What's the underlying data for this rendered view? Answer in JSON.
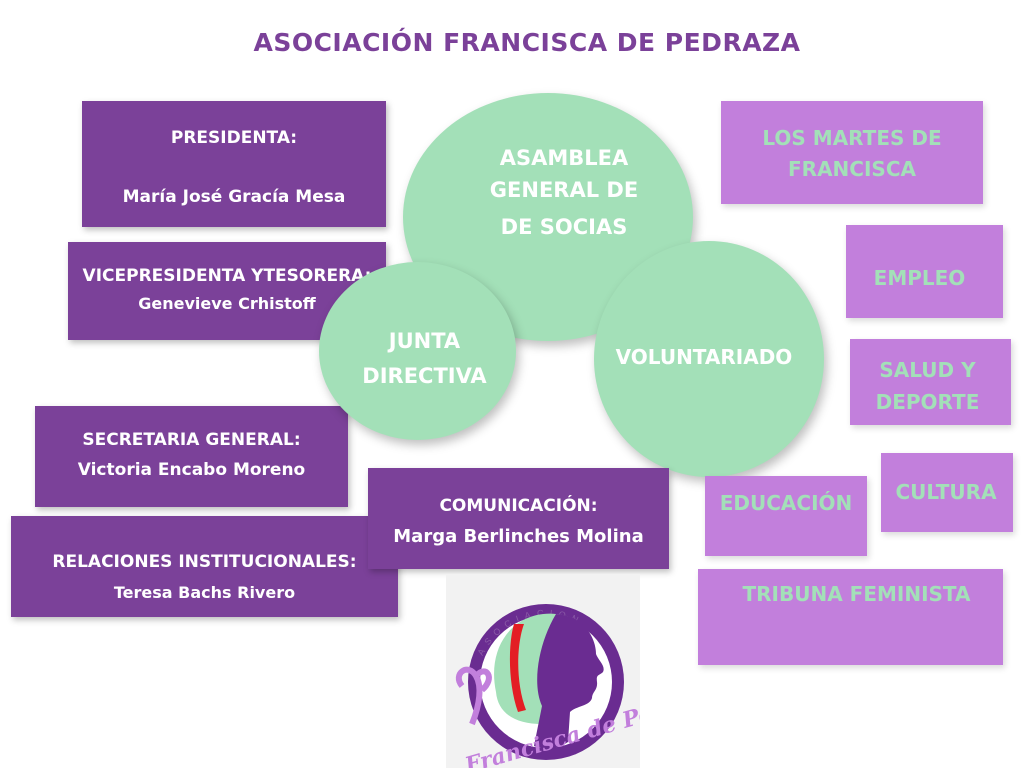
{
  "title": "ASOCIACIÓN FRANCISCA DE PEDRAZA",
  "officers": [
    {
      "role": "PRESIDENTA:",
      "name": "María José  Gracía Mesa"
    },
    {
      "role": "VICEPRESIDENTA YTESORERA:",
      "name": "Genevieve Crhistoff"
    },
    {
      "role": "SECRETARIA GENERAL:",
      "name": "Victoria Encabo Moreno"
    },
    {
      "role": "RELACIONES INSTITUCIONALES:",
      "name": "Teresa Bachs Rivero"
    },
    {
      "role": "COMUNICACIÓN:",
      "name": "Marga Berlinches Molina"
    }
  ],
  "circles": {
    "asamblea": [
      "ASAMBLEA",
      "GENERAL DE",
      "DE SOCIAS"
    ],
    "junta": [
      "JUNTA",
      "DIRECTIVA"
    ],
    "voluntariado": "VOLUNTARIADO"
  },
  "programs": {
    "martes": [
      "LOS MARTES DE",
      "FRANCISCA"
    ],
    "empleo": "EMPLEO",
    "salud": [
      "SALUD Y",
      "DEPORTE"
    ],
    "cultura": "CULTURA",
    "educacion": "EDUCACIÓN",
    "tribuna": "TRIBUNA FEMINISTA"
  },
  "logo": {
    "ring_text": "ASOCIACION",
    "script_text": "Francisca de Pedraza",
    "colors": {
      "purple": "#6a2c91",
      "mint": "#a3e0b8",
      "red": "#e31e24",
      "lilac": "#c27fdc"
    }
  },
  "colors": {
    "dark_purple": "#7b4199",
    "light_purple": "#c27fdc",
    "mint": "#a3e0b8"
  }
}
